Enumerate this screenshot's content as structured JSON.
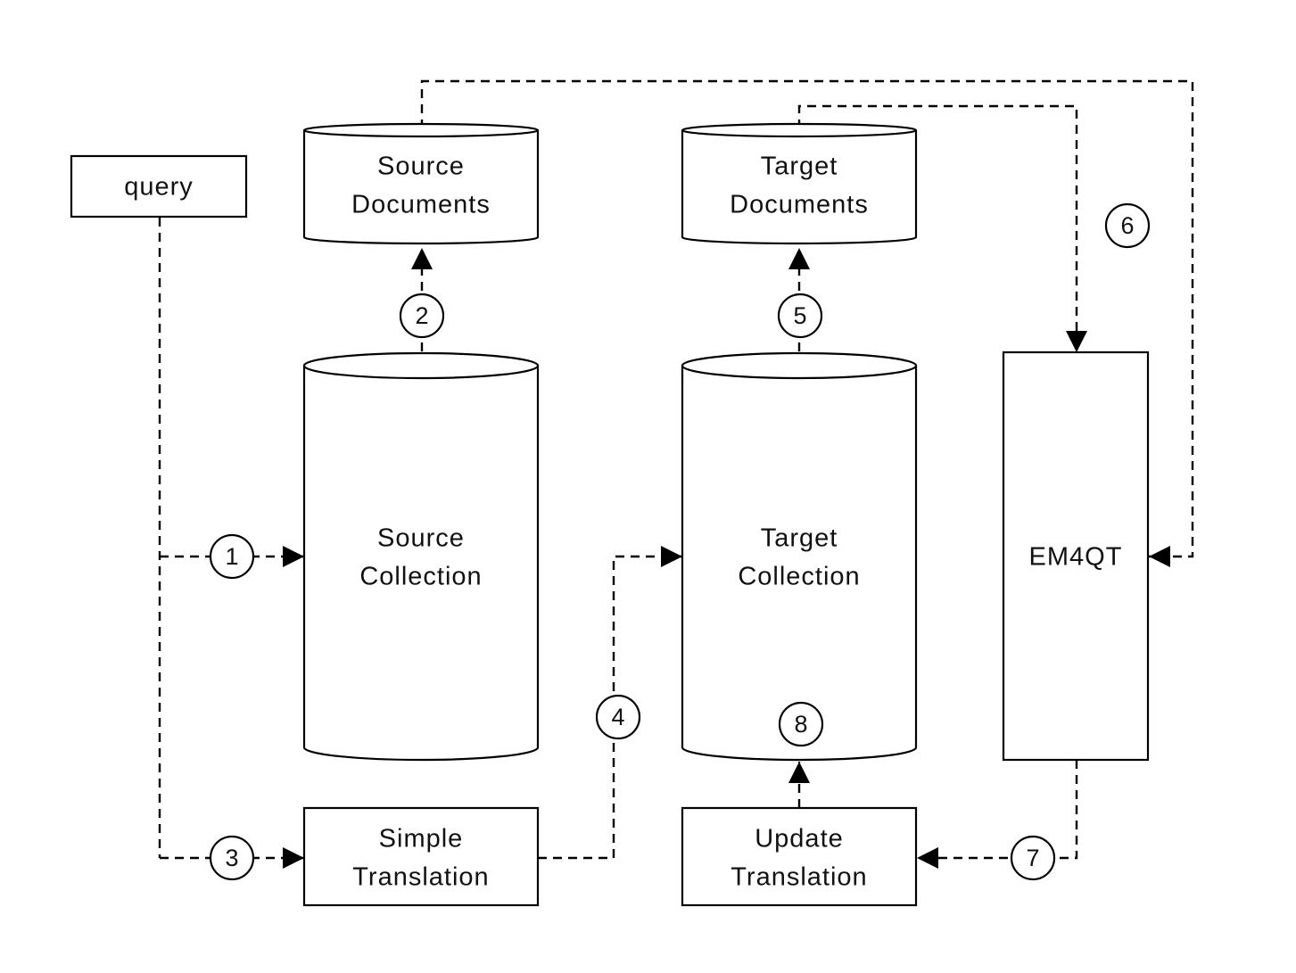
{
  "nodes": {
    "query": "query",
    "source_documents": [
      "Source",
      "Documents"
    ],
    "target_documents": [
      "Target",
      "Documents"
    ],
    "source_collection": [
      "Source",
      "Collection"
    ],
    "target_collection": [
      "Target",
      "Collection"
    ],
    "em4qt": "EM4QT",
    "simple_translation": [
      "Simple",
      "Translation"
    ],
    "update_translation": [
      "Update",
      "Translation"
    ]
  },
  "steps": [
    "1",
    "2",
    "3",
    "4",
    "5",
    "6",
    "7",
    "8"
  ],
  "colors": {
    "stroke": "#000000",
    "fill": "#ffffff",
    "text": "#111111"
  }
}
